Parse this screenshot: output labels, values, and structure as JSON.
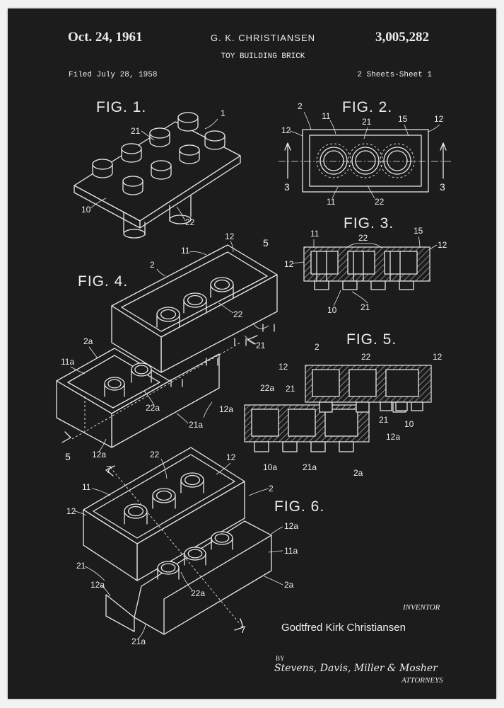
{
  "header": {
    "date": "Oct. 24, 1961",
    "inventor_name": "G. K. CHRISTIANSEN",
    "patent_number": "3,005,282",
    "title": "TOY BUILDING BRICK",
    "filed": "Filed July 28, 1958",
    "sheets": "2 Sheets-Sheet 1"
  },
  "figures": {
    "fig1": "FIG. 1.",
    "fig2": "FIG. 2.",
    "fig3": "FIG. 3.",
    "fig4": "FIG. 4.",
    "fig5": "FIG. 5.",
    "fig6": "FIG. 6."
  },
  "callouts": {
    "fig1": [
      "1",
      "21",
      "10",
      "22"
    ],
    "fig2": [
      "2",
      "11",
      "21",
      "15",
      "12",
      "12",
      "3",
      "3",
      "22",
      "11"
    ],
    "fig3": [
      "11",
      "22",
      "15",
      "12",
      "12",
      "10",
      "21"
    ],
    "fig4": [
      "12",
      "5",
      "11",
      "2",
      "22",
      "2a",
      "11a",
      "21",
      "22a",
      "21a",
      "12a",
      "5"
    ],
    "fig5": [
      "2",
      "22",
      "12",
      "12",
      "21",
      "22a",
      "12a",
      "21",
      "10",
      "12a",
      "10a",
      "21a",
      "2a"
    ],
    "fig6": [
      "22",
      "7",
      "12",
      "11",
      "2",
      "12",
      "12a",
      "11a",
      "21",
      "12a",
      "2a",
      "22a",
      "7",
      "21a"
    ]
  },
  "footer": {
    "inventor_label": "INVENTOR",
    "inventor_full_name": "Godtfred Kirk Christiansen",
    "by": "BY",
    "attorneys_signature": "Stevens, Davis, Miller & Mosher",
    "attorneys_label": "ATTORNEYS"
  }
}
